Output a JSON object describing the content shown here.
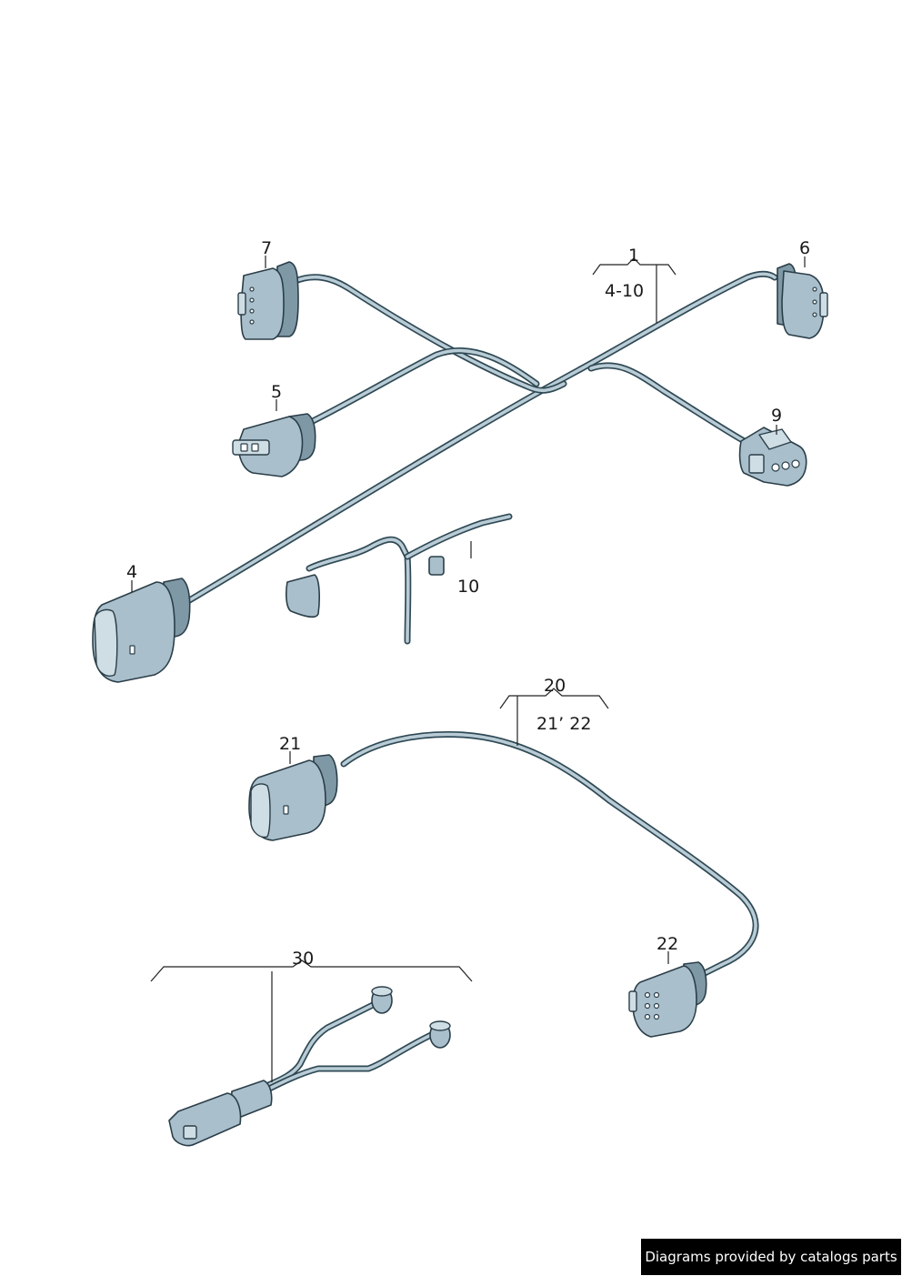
{
  "callouts": {
    "c1": "1",
    "c1_range": "4-10",
    "c4": "4",
    "c5": "5",
    "c6": "6",
    "c7": "7",
    "c9": "9",
    "c10": "10",
    "c20": "20",
    "c20_range": "21’ 22",
    "c21": "21",
    "c22": "22",
    "c30": "30"
  },
  "footer": {
    "text": "Diagrams provided by catalogs parts"
  },
  "colors": {
    "wire": "#2f4a55",
    "connector": "#a9bfcb",
    "footer_bg": "#000000"
  }
}
